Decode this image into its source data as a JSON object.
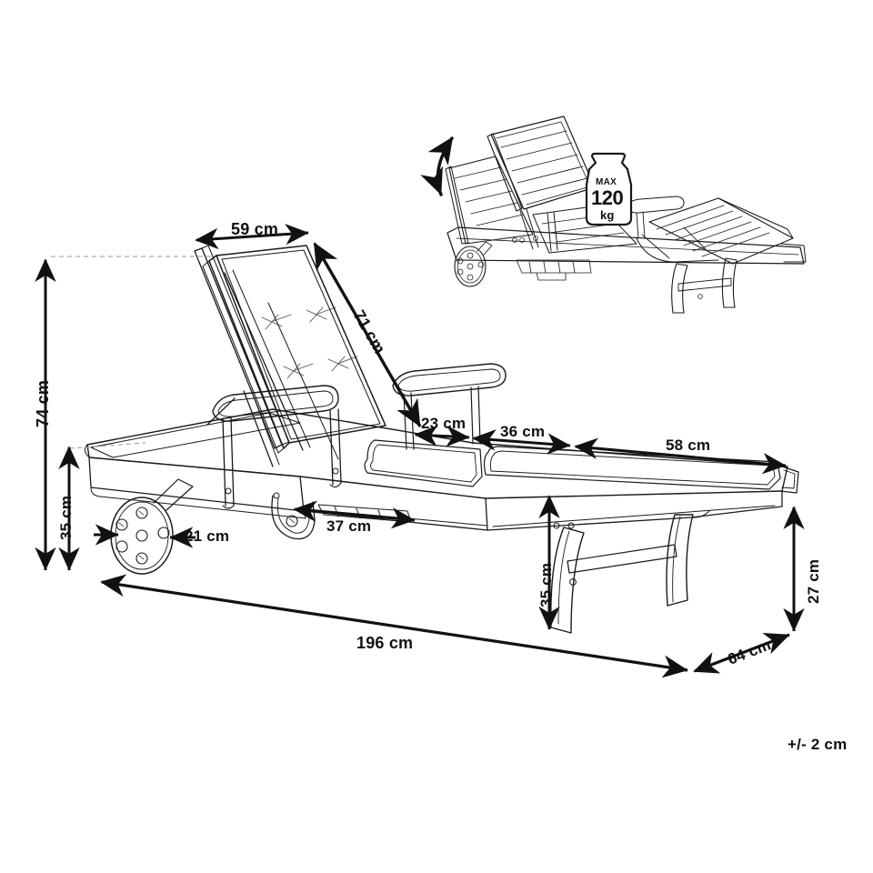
{
  "document": {
    "type": "product-dimension-drawing",
    "product": "garden sun lounger with cushion",
    "background_color": "#ffffff",
    "line_color": "#1a1a1a",
    "tolerance_note": "+/- 2 cm"
  },
  "dimensions": {
    "backrest_width": "59 cm",
    "backrest_length": "71 cm",
    "gap_23": "23 cm",
    "seat_section": "36 cm",
    "foot_section": "58 cm",
    "total_height": "74 cm",
    "seat_height_front": "35 cm",
    "wheel_diameter": "21 cm",
    "tray_width": "37 cm",
    "seat_height_rear": "35 cm",
    "total_length": "196 cm",
    "total_width": "64 cm",
    "frame_height": "27 cm"
  },
  "inset": {
    "caption_max": "MAX",
    "caption_value": "120",
    "caption_unit": "kg",
    "recline_arrow": "double-headed-curved-arrow"
  }
}
